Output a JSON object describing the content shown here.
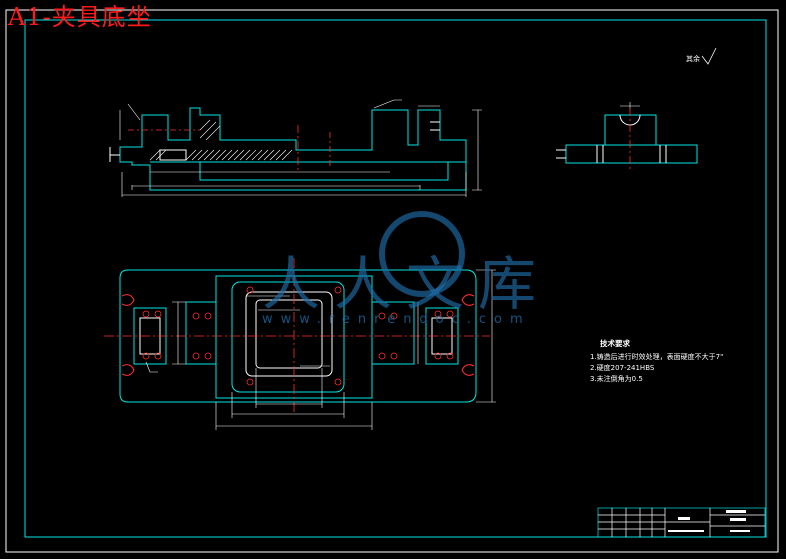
{
  "title": "A1-夹具底坐",
  "watermark": {
    "text": "人人文库",
    "url": "www.renrendoc.com"
  },
  "tech_requirements": {
    "heading": "技术要求",
    "items": [
      "1.铸造后进行时效处理，表面硬度不大于7\"",
      "2.硬度207-241HBS",
      "3.未注倒角为0.5"
    ]
  },
  "roughness_label": "其余",
  "colors": {
    "background": "#000000",
    "outline": "#00e5e5",
    "detail": "#ffffff",
    "centerline": "#ff3030",
    "title": "#ff1a1a"
  }
}
